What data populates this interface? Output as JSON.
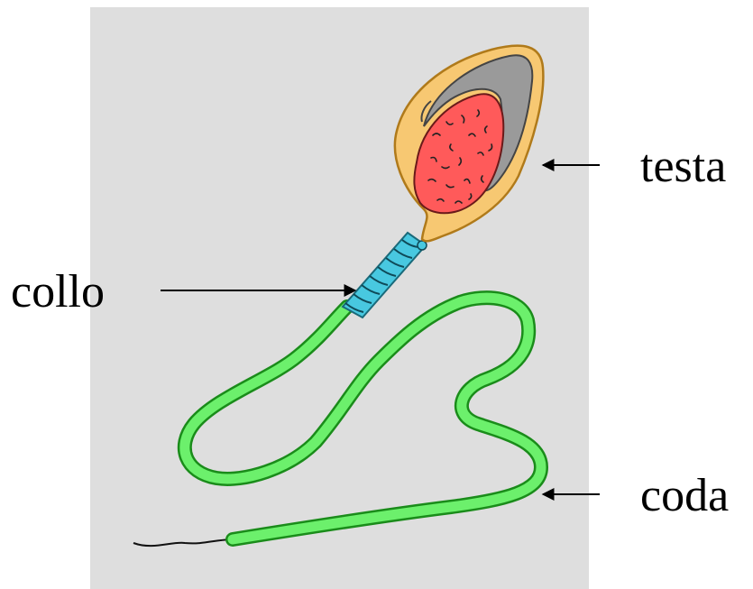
{
  "labels": {
    "head": "testa",
    "neck": "collo",
    "tail": "coda"
  },
  "colors": {
    "background_panel": "#dedede",
    "head_cytoplasm": "#f7c872",
    "head_outline": "#b07a1a",
    "acrosome": "#9a9a9a",
    "nucleus": "#ff5a5a",
    "neck": "#48c8e0",
    "tail": "#6cf06c",
    "tail_outline": "#1a8c1a",
    "arrow": "#000000"
  }
}
